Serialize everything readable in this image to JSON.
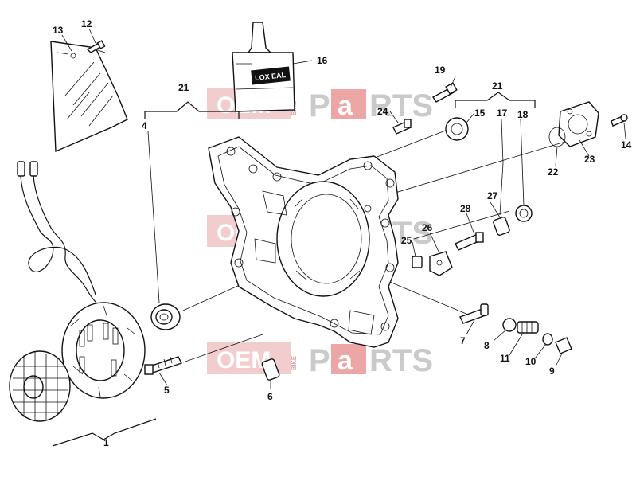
{
  "diagram": {
    "callouts": [
      {
        "id": "c1",
        "label": "1"
      },
      {
        "id": "c4",
        "label": "4"
      },
      {
        "id": "c5",
        "label": "5"
      },
      {
        "id": "c6",
        "label": "6"
      },
      {
        "id": "c7",
        "label": "7"
      },
      {
        "id": "c8",
        "label": "8"
      },
      {
        "id": "c9",
        "label": "9"
      },
      {
        "id": "c10",
        "label": "10"
      },
      {
        "id": "c11",
        "label": "11"
      },
      {
        "id": "c12",
        "label": "12"
      },
      {
        "id": "c13",
        "label": "13"
      },
      {
        "id": "c14",
        "label": "14"
      },
      {
        "id": "c15",
        "label": "15"
      },
      {
        "id": "c16",
        "label": "16"
      },
      {
        "id": "c17",
        "label": "17"
      },
      {
        "id": "c18",
        "label": "18"
      },
      {
        "id": "c19",
        "label": "19"
      },
      {
        "id": "c21a",
        "label": "21"
      },
      {
        "id": "c21b",
        "label": "21"
      },
      {
        "id": "c22",
        "label": "22"
      },
      {
        "id": "c23",
        "label": "23"
      },
      {
        "id": "c24",
        "label": "24"
      },
      {
        "id": "c25",
        "label": "25"
      },
      {
        "id": "c26",
        "label": "26"
      },
      {
        "id": "c27",
        "label": "27"
      },
      {
        "id": "c28",
        "label": "28"
      }
    ],
    "sealant_label": "LOX EAL",
    "watermark": {
      "left": "OEM",
      "middle": "BIKE",
      "right_a": "P",
      "right_b": "a",
      "right_c": "RTS"
    }
  }
}
